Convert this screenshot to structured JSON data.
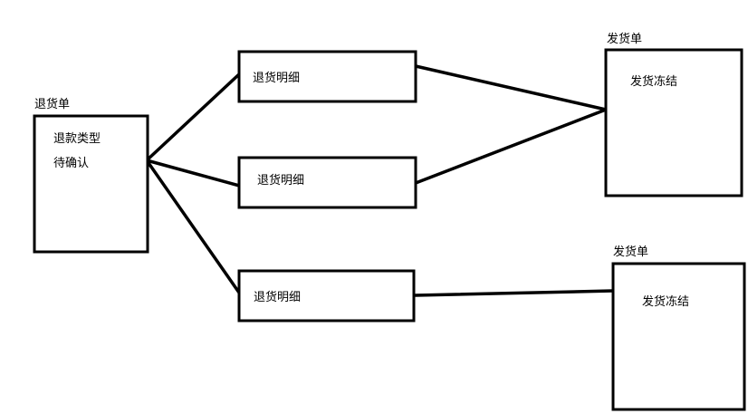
{
  "return_order": {
    "title": "退货单",
    "line1": "退款类型",
    "line2": "待确认"
  },
  "return_details": [
    {
      "label": "退货明细"
    },
    {
      "label": "退货明细"
    },
    {
      "label": "退货明细"
    }
  ],
  "shipping_orders": [
    {
      "title": "发货单",
      "status": "发货冻结"
    },
    {
      "title": "发货单",
      "status": "发货冻结"
    }
  ]
}
